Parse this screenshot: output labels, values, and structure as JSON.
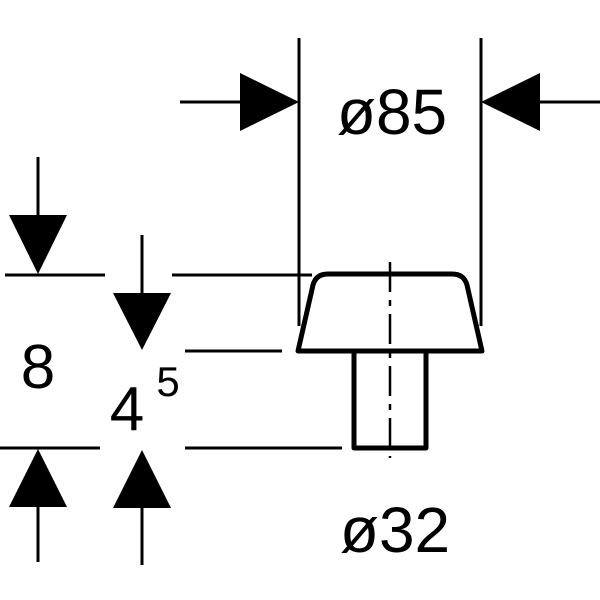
{
  "drawing": {
    "dimensions": {
      "top_diameter": "ø85",
      "bottom_diameter": "ø32",
      "total_height": "8",
      "cap_height_base": "4",
      "cap_height_sup": "5"
    },
    "colors": {
      "line": "#000000",
      "background": "#ffffff"
    }
  }
}
